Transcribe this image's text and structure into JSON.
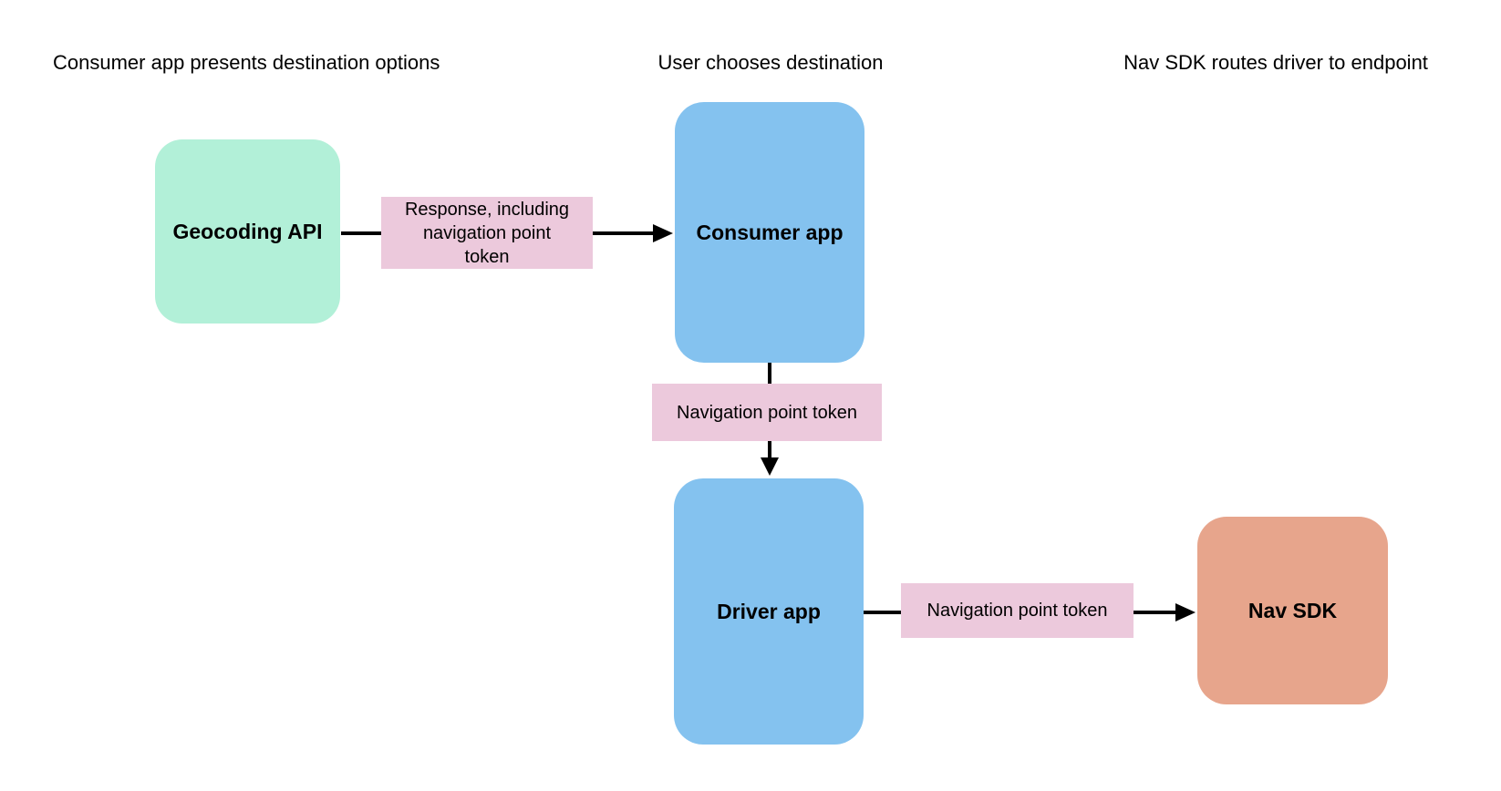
{
  "colors": {
    "canvas-bg": "#ffffff",
    "green": "#b2f0d8",
    "blue": "#84c2ef",
    "orange": "#e7a58c",
    "pink": "#ecc9dc",
    "arrow": "#000000",
    "text": "#000000"
  },
  "headers": [
    {
      "label": "Consumer app presents destination options"
    },
    {
      "label": "User chooses destination"
    },
    {
      "label": "Nav SDK routes driver to endpoint"
    }
  ],
  "nodes": [
    {
      "id": "geocoding-api",
      "label": "Geocoding API",
      "color": "green"
    },
    {
      "id": "consumer-app",
      "label": "Consumer app",
      "color": "blue"
    },
    {
      "id": "driver-app",
      "label": "Driver app",
      "color": "blue"
    },
    {
      "id": "nav-sdk",
      "label": "Nav SDK",
      "color": "orange"
    }
  ],
  "edges": [
    {
      "from": "geocoding-api",
      "to": "consumer-app",
      "label_lines": [
        "Response, including",
        "navigation point",
        "token"
      ]
    },
    {
      "from": "consumer-app",
      "to": "driver-app",
      "label": "Navigation point token"
    },
    {
      "from": "driver-app",
      "to": "nav-sdk",
      "label": "Navigation point token"
    }
  ]
}
